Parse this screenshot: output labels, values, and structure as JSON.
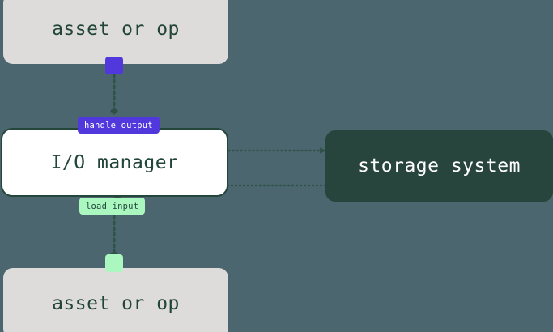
{
  "diagram": {
    "title": "io-manager-dataflow",
    "background_color": "#4c666f",
    "nodes": {
      "asset_top": {
        "label": "asset or op",
        "fill": "#dedcda",
        "text_color": "#224539"
      },
      "io_manager": {
        "label": "I/O manager",
        "fill": "#ffffff",
        "border_color": "#24463b",
        "text_color": "#224539"
      },
      "storage_system": {
        "label": "storage system",
        "fill": "#27453c",
        "text_color": "#ffffff"
      },
      "asset_bottom": {
        "label": "asset or op",
        "fill": "#dedcda",
        "text_color": "#224539"
      }
    },
    "edge_labels": {
      "handle_output": {
        "label": "handle output",
        "fill": "#5138dd",
        "text_color": "#ffffff"
      },
      "load_input": {
        "label": "load input",
        "fill": "#aaf7bf",
        "text_color": "#224539"
      }
    },
    "handles": {
      "output_handle_color": "#5138dd",
      "input_handle_color": "#aaf7bf"
    },
    "edge_color": "#2f5246"
  }
}
